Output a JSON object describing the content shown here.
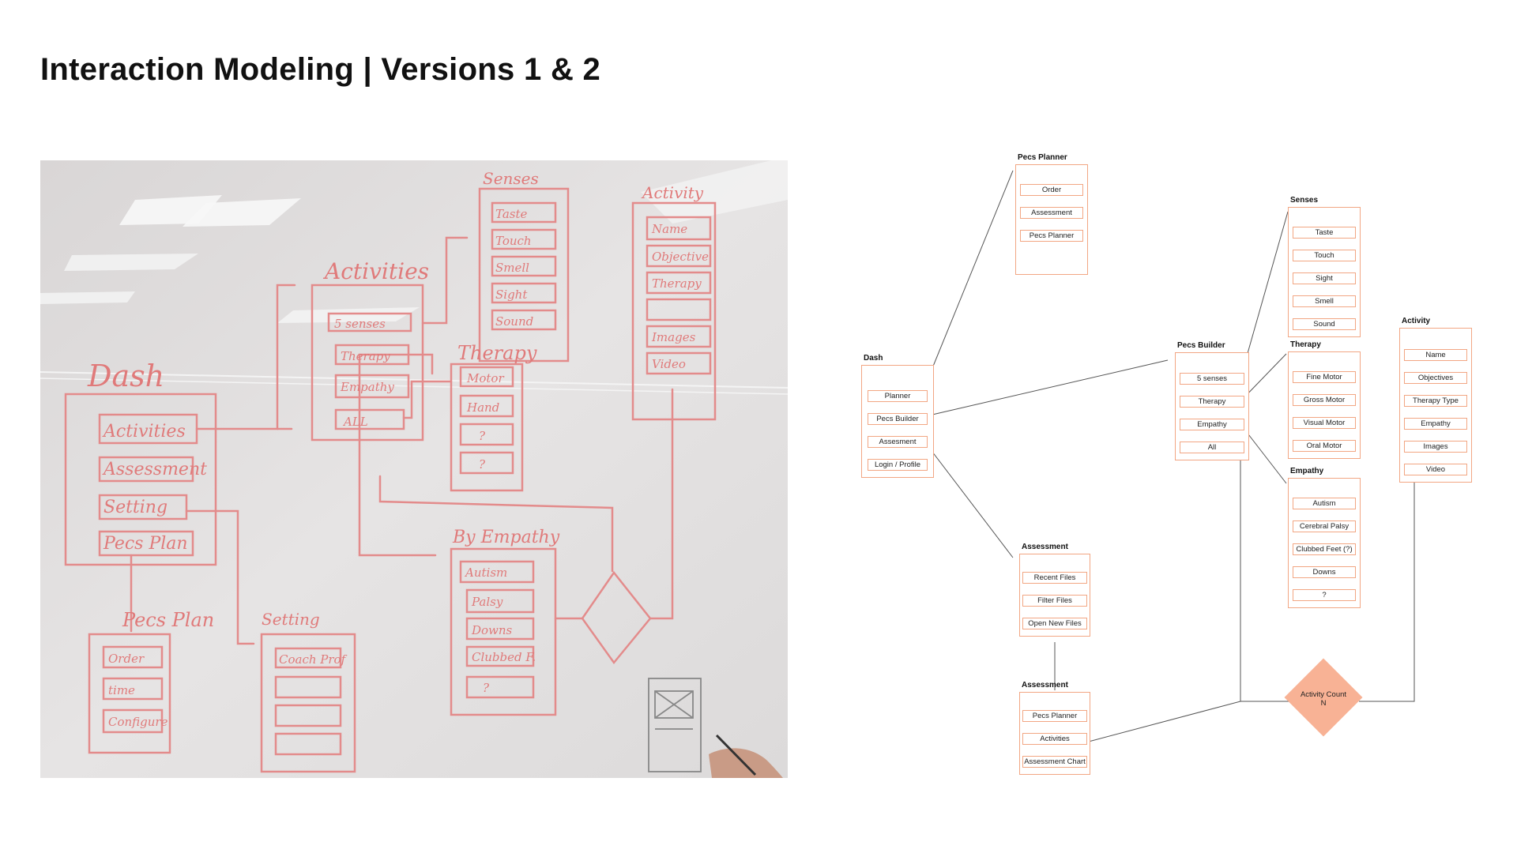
{
  "page": {
    "title": "Interaction Modeling | Versions 1 & 2"
  },
  "photo": {
    "alt": "whiteboard-sketch",
    "labels": {
      "dash": "Dash",
      "activities": "Activities",
      "senses": "Senses",
      "activity": "Activity",
      "therapy": "Therapy",
      "by_empathy": "By Empathy",
      "pecs_plan": "Pecs Plan",
      "setting": "Setting",
      "activity_count": "Activity Count N"
    },
    "items": {
      "dash": [
        "Activities",
        "Assessment",
        "Setting",
        "Pecs Plan"
      ],
      "activities": [
        "5 senses",
        "Therapy",
        "Empathy",
        "ALL"
      ],
      "senses": [
        "Taste",
        "Touch",
        "Smell",
        "Sight",
        "Sound"
      ],
      "activity": [
        "Name",
        "Objective",
        "Therapy",
        "",
        "Images",
        "Video"
      ],
      "therapy": [
        "Motor",
        "Hand",
        "?",
        "?"
      ],
      "by_empathy": [
        "Autism",
        "Palsy",
        "Downs",
        "Clubbed F.",
        "?"
      ],
      "pecs_plan": [
        "Order",
        "time",
        "Configure"
      ],
      "setting": [
        "Coach Prof",
        "",
        "",
        ""
      ]
    }
  },
  "diagram": {
    "dash": {
      "title": "Dash",
      "items": [
        "Planner",
        "Pecs Builder",
        "Assesment",
        "Login / Profile"
      ]
    },
    "pecs_planner": {
      "title": "Pecs Planner",
      "items": [
        "Order",
        "Assessment",
        "Pecs Planner"
      ]
    },
    "assessment1": {
      "title": "Assessment",
      "items": [
        "Recent Files",
        "Filter Files",
        "Open New Files"
      ]
    },
    "assessment2": {
      "title": "Assessment",
      "items": [
        "Pecs Planner",
        "Activities",
        "Assessment Chart"
      ]
    },
    "pecs_builder": {
      "title": "Pecs Builder",
      "items": [
        "5 senses",
        "Therapy",
        "Empathy",
        "All"
      ]
    },
    "senses": {
      "title": "Senses",
      "items": [
        "Taste",
        "Touch",
        "Sight",
        "Smell",
        "Sound"
      ]
    },
    "therapy": {
      "title": "Therapy",
      "items": [
        "Fine Motor",
        "Gross Motor",
        "Visual Motor",
        "Oral Motor"
      ]
    },
    "empathy": {
      "title": "Empathy",
      "items": [
        "Autism",
        "Cerebral Palsy",
        "Clubbed Feet (?)",
        "Downs",
        "?"
      ]
    },
    "activity": {
      "title": "Activity",
      "items": [
        "Name",
        "Objectives",
        "Therapy Type",
        "Empathy",
        "Images",
        "Video"
      ]
    },
    "decision": {
      "line1": "Activity Count",
      "line2": "N"
    }
  },
  "colors": {
    "accent": "#f2a683",
    "decision": "#f8b295",
    "marker": "#e07a7a"
  }
}
